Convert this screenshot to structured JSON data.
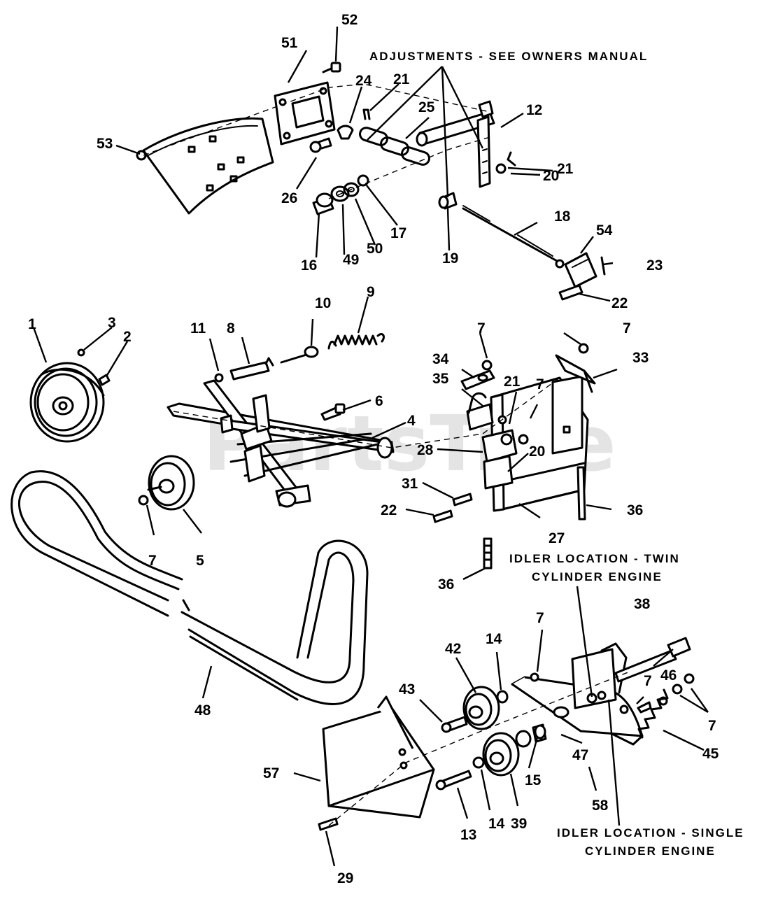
{
  "watermark": "PartsTree",
  "notes": {
    "adjustments": "ADJUSTMENTS - SEE OWNERS MANUAL",
    "idler_twin_line1": "IDLER LOCATION - TWIN",
    "idler_twin_line2": "CYLINDER ENGINE",
    "idler_single_line1": "IDLER LOCATION - SINGLE",
    "idler_single_line2": "CYLINDER ENGINE"
  },
  "callouts": {
    "c1": "1",
    "c2": "2",
    "c3": "3",
    "c4": "4",
    "c5": "5",
    "c6": "6",
    "c7a": "7",
    "c7b": "7",
    "c7c": "7",
    "c7d": "7",
    "c7e": "7",
    "c7f": "7",
    "c7g": "7",
    "c8": "8",
    "c9": "9",
    "c10": "10",
    "c11": "11",
    "c12": "12",
    "c13": "13",
    "c14a": "14",
    "c14b": "14",
    "c15": "15",
    "c16": "16",
    "c17": "17",
    "c18": "18",
    "c19": "19",
    "c20a": "20",
    "c20b": "20",
    "c21a": "21",
    "c21b": "21",
    "c21c": "21",
    "c22a": "22",
    "c22b": "22",
    "c23": "23",
    "c24": "24",
    "c25": "25",
    "c26": "26",
    "c27": "27",
    "c28": "28",
    "c29": "29",
    "c31": "31",
    "c33": "33",
    "c34": "34",
    "c35": "35",
    "c36a": "36",
    "c36b": "36",
    "c38": "38",
    "c39": "39",
    "c42": "42",
    "c43": "43",
    "c45": "45",
    "c46": "46",
    "c47": "47",
    "c48": "48",
    "c49": "49",
    "c50": "50",
    "c51": "51",
    "c52": "52",
    "c53": "53",
    "c54": "54",
    "c57": "57",
    "c58": "58"
  }
}
